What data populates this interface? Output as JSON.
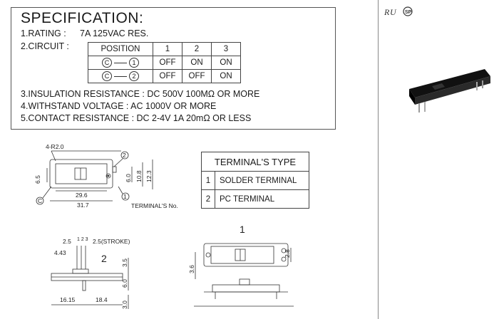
{
  "spec": {
    "title": "SPECIFICATION:",
    "rating_label": "1.RATING :",
    "rating_value": "7A 125VAC RES.",
    "circuit_label": "2.CIRCUIT :",
    "circuit_table": {
      "header": [
        "POSITION",
        "1",
        "2",
        "3"
      ],
      "rows": [
        {
          "from": "C",
          "to": "1",
          "values": [
            "OFF",
            "ON",
            "ON"
          ]
        },
        {
          "from": "C",
          "to": "2",
          "values": [
            "OFF",
            "OFF",
            "ON"
          ]
        }
      ]
    },
    "insulation": "3.INSULATION RESISTANCE :  DC 500V 100MΩ OR MORE",
    "withstand": "4.WITHSTAND VOLTAGE : AC 1000V OR MORE",
    "contact": "5.CONTACT RESISTANCE :  DC 2-4V 1A 20mΩ OR LESS"
  },
  "terminal_type": {
    "title": "TERMINAL'S TYPE",
    "rows": [
      {
        "num": "1",
        "label": "SOLDER TERMINAL"
      },
      {
        "num": "2",
        "label": "PC TERMINAL"
      }
    ]
  },
  "cert_marks": {
    "ul": "ᴿᵁ",
    "csa": "SP"
  },
  "drawing_top": {
    "radius": "4-R2.0",
    "callout_2": "2",
    "callout_c": "C",
    "callout_1": "1",
    "dim_6_5": "6.5",
    "dim_6_0": "6.0",
    "dim_10_8": "10.8",
    "dim_12_3": "12.3",
    "dim_29_6": "29.6",
    "dim_31_7": "31.7",
    "terminal_no": "TERMINAL'S No."
  },
  "drawing_side": {
    "dim_2_5": "2.5",
    "positions": "1 2 3",
    "stroke": "2.5(STROKE)",
    "dim_4_43": "4.43",
    "label_2": "2",
    "dim_3_5": "3.5",
    "dim_6_0": "6.0",
    "dim_3_0": "3.0",
    "dim_16_15": "16.15",
    "dim_18_4": "18.4"
  },
  "drawing_pc": {
    "label_1": "1",
    "dim_2_8": "2.8",
    "dim_3_6": "3.6"
  }
}
